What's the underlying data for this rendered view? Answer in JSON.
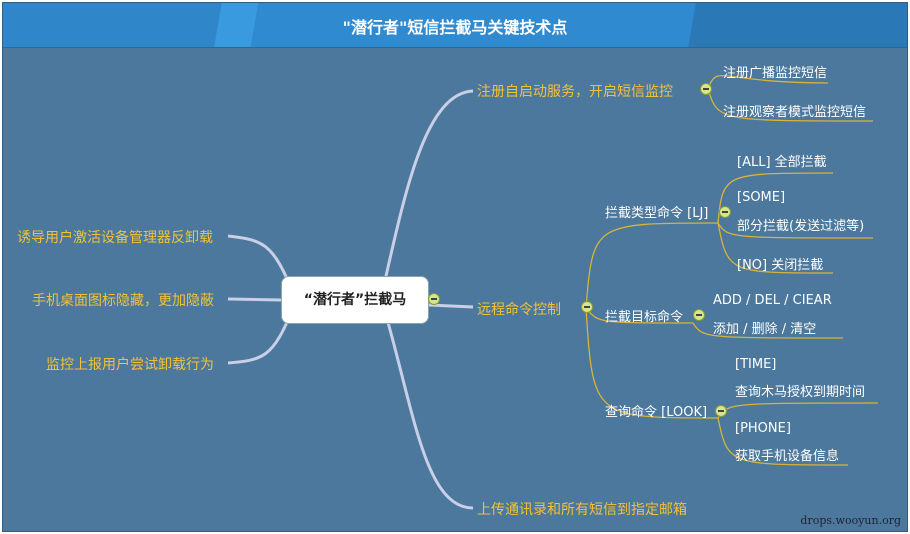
{
  "title": "\"潜行者\"短信拦截马关键技术点",
  "center": "“潜行者”拦截马",
  "left": [
    "诱导用户激活设备管理器反卸载",
    "手机桌面图标隐藏，更加隐蔽",
    "监控上报用户尝试卸载行为"
  ],
  "right": {
    "n1": {
      "label": "注册自启动服务，开启短信监控",
      "children": [
        "注册广播监控短信",
        "注册观察者模式监控短信"
      ]
    },
    "n2": {
      "label": "远程命令控制",
      "lj": {
        "label": "拦截类型命令 [LJ]",
        "all": "[ALL] 全部拦截",
        "some1": "[SOME]",
        "some2": "部分拦截(发送过滤等)",
        "no": "[NO] 关闭拦截"
      },
      "target": {
        "label": "拦截目标命令",
        "l1": "ADD / DEL / CIEAR",
        "l2": "添加 / 删除 / 清空"
      },
      "look": {
        "label": "查询命令 [LOOK]",
        "time1": "[TIME]",
        "time2": "查询木马授权到期时间",
        "phone1": "[PHONE]",
        "phone2": "获取手机设备信息"
      }
    },
    "n3": {
      "label": "上传通讯录和所有短信到指定邮箱"
    }
  },
  "watermark": "drops.wooyun.org"
}
